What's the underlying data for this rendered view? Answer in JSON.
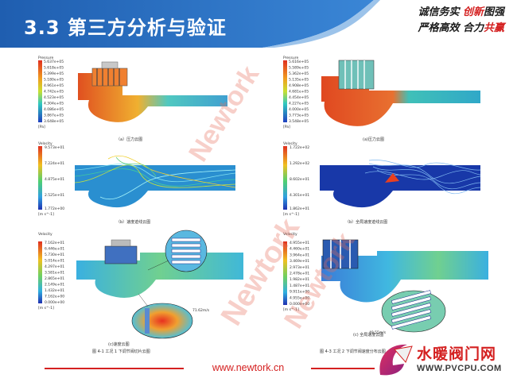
{
  "header": {
    "title": "3.3 第三方分析与验证",
    "slogan_line1_pre": "诚信务实 ",
    "slogan_line1_hl": "创新",
    "slogan_line1_post": "图强",
    "slogan_line2_pre": "严格高效 合力",
    "slogan_line2_hl": "共赢"
  },
  "panels": {
    "a_left": {
      "legend_title": "Pressure",
      "legend_values": [
        "5.637e+05",
        "5.618e+05",
        "5.399e+05",
        "5.180e+05",
        "4.961e+05",
        "4.742e+05",
        "4.523e+05",
        "4.304e+05",
        "4.086e+05",
        "3.867e+05",
        "3.648e+05"
      ],
      "legend_unit": "[Pa]",
      "caption": "（a）压力云图"
    },
    "a_right": {
      "legend_title": "Pressure",
      "legend_values": [
        "5.616e+05",
        "5.589e+05",
        "5.362e+05",
        "5.135e+05",
        "4.908e+05",
        "4.681e+05",
        "4.454e+05",
        "4.227e+05",
        "4.000e+05",
        "3.773e+05",
        "3.548e+05"
      ],
      "legend_unit": "[Pa]",
      "caption": "(a)压力云图"
    },
    "b_left": {
      "legend_title": "Velocity",
      "legend_values": [
        "9.573e+01",
        "7.224e+01",
        "4.875e+01",
        "2.525e+01",
        "1.772e+00"
      ],
      "legend_unit": "[m s^-1]",
      "caption": "（b）速度迹线云图"
    },
    "b_right": {
      "legend_title": "Velocity",
      "legend_values": [
        "1.722e+02",
        "1.292e+02",
        "8.602e+01",
        "4.301e+01",
        "1.862e+01"
      ],
      "legend_unit": "[m s^-1]",
      "caption": "（b）全局速度迹线云图"
    },
    "c_left": {
      "legend_title": "Velocity",
      "legend_values": [
        "7.162e+01",
        "6.446e+01",
        "5.730e+01",
        "5.014e+01",
        "4.297e+01",
        "3.581e+01",
        "2.865e+01",
        "2.149e+01",
        "1.432e+01",
        "7.162e+00",
        "0.000e+00"
      ],
      "legend_unit": "[m s^-1]",
      "annotation": "71.62m/s",
      "caption": "(c)速度云图",
      "figure_caption": "图 4-1  工况 1 下调节阀切片云图"
    },
    "c_right": {
      "legend_title": "Velocity",
      "legend_values": [
        "4.955e+01",
        "4.460e+01",
        "3.964e+01",
        "3.469e+01",
        "2.973e+01",
        "2.478e+01",
        "1.982e+01",
        "1.487e+01",
        "9.911e+00",
        "4.955e+00",
        "0.000e+00"
      ],
      "legend_unit": "[m s^-1]",
      "annotation": "49.55m/s",
      "caption": "(c)  全局速度云图",
      "figure_caption": "图 4-3  工况 2 下调节阀速度分布云图"
    }
  },
  "watermark": "Newtork",
  "footer": {
    "website": "www.newtork.cn"
  },
  "logo": {
    "name": "水暖阀门网",
    "url": "WWW.PVCPU.COM"
  },
  "colors": {
    "banner": "#2a6fc0",
    "accent": "#d42020"
  }
}
